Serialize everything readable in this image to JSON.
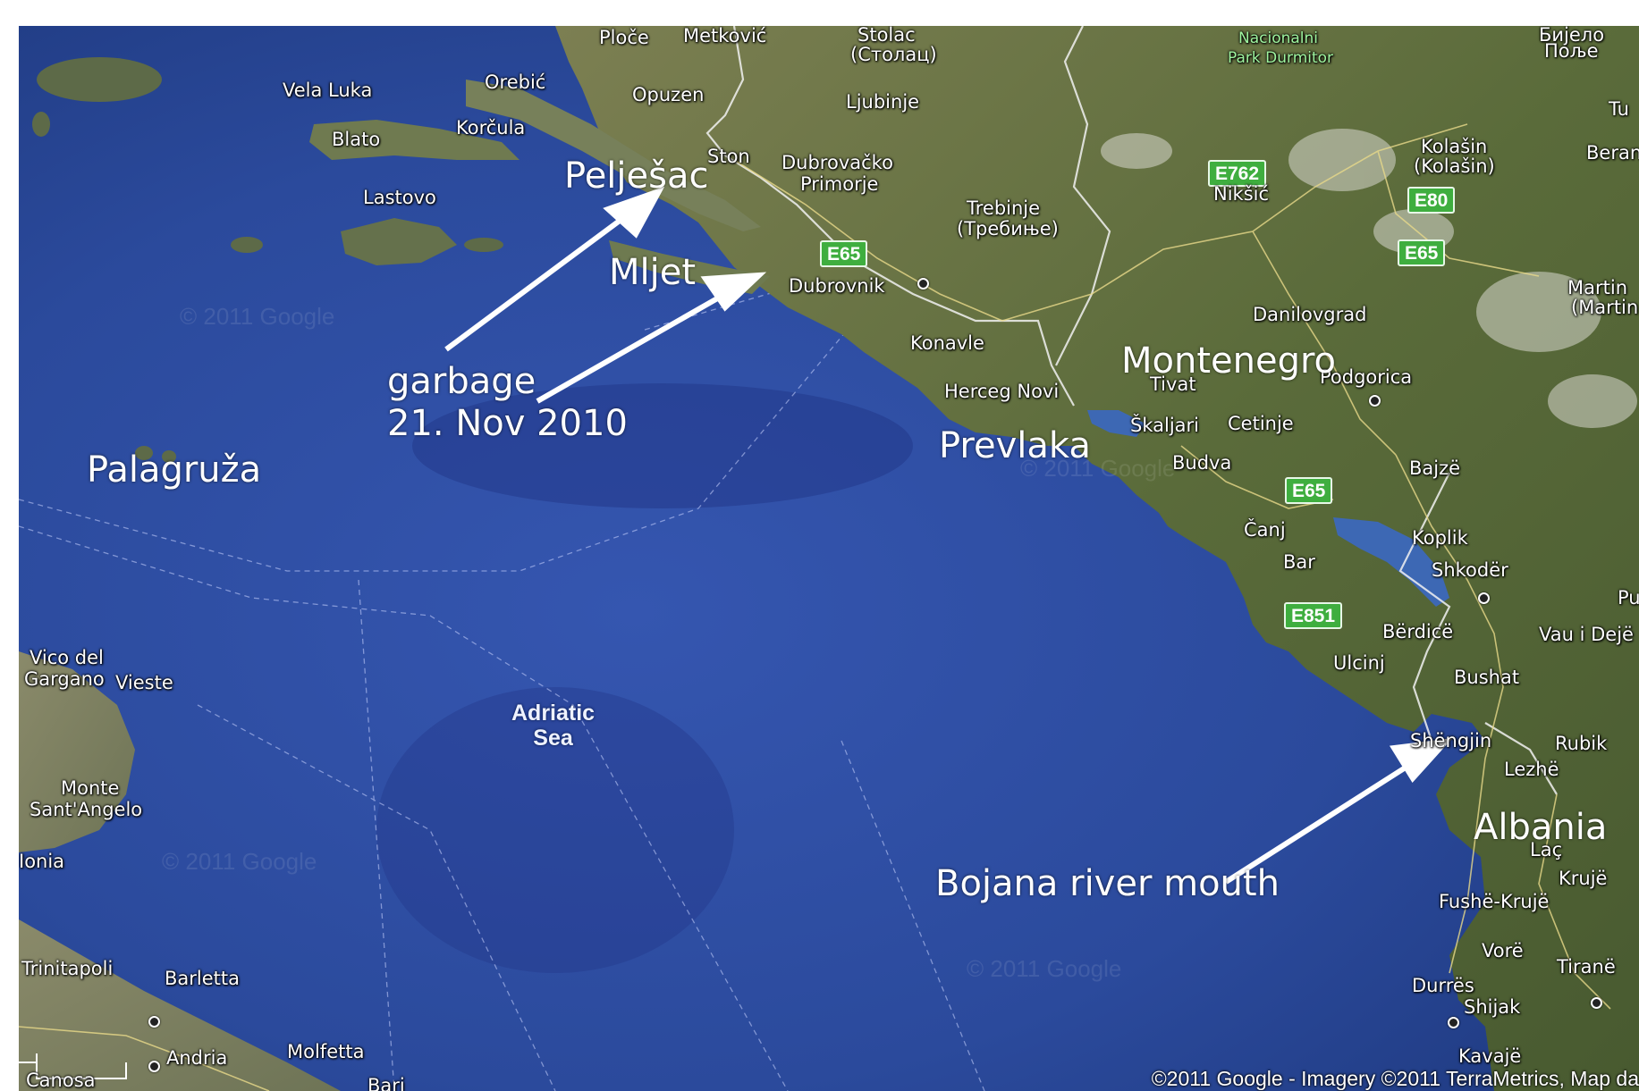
{
  "annotations": {
    "peljesac": "Pelješac",
    "mljet": "Mljet",
    "garbage_line1": "garbage",
    "garbage_line2": "21. Nov 2010",
    "palagruza": "Palagruža",
    "montenegro": "Montenegro",
    "prevlaka": "Prevlaka",
    "albania": "Albania",
    "bojana": "Bojana river mouth"
  },
  "places": {
    "ploce": "Ploče",
    "metkovic": "Metković",
    "stolac": "Stolac",
    "stolac_cyr": "(Столац)",
    "nacionalni": "Nacionalni",
    "park_durmitor": "Park Durmitor",
    "bijelo": "Бијело",
    "polje": "Поље",
    "vela_luka": "Vela Luka",
    "orebic": "Orebić",
    "opuzen": "Opuzen",
    "ljubinje": "Ljubinje",
    "blato": "Blato",
    "korcula": "Korčula",
    "ston": "Ston",
    "dubrovacko": "Dubrovačko",
    "primorje": "Primorje",
    "lastovo": "Lastovo",
    "trebinje": "Trebinje",
    "trebinje_cyr": "(Требиње)",
    "niksic": "Nikšić",
    "kolasin": "Kolašin",
    "kolasin_cyr": "(Kolašin)",
    "berane": "Beran",
    "dubrovnik": "Dubrovnik",
    "danilovgrad": "Danilovgrad",
    "martin": "Martin",
    "martin2": "(Martin",
    "konavle": "Konavle",
    "podgorica": "Podgorica",
    "herceg_novi": "Herceg Novi",
    "tivat": "Tivat",
    "skaljari": "Škaljari",
    "cetinje": "Cetinje",
    "budva": "Budva",
    "bajze": "Bajzë",
    "canj": "Čanj",
    "koplik": "Koplik",
    "bar": "Bar",
    "shkoder": "Shkodër",
    "berdice": "Bërdicë",
    "vau_dejes": "Vau i Dejë",
    "pu": "Pu",
    "ulcinj": "Ulcinj",
    "bushat": "Bushat",
    "vico": "Vico del",
    "gargano": "Gargano",
    "vieste": "Vieste",
    "shengjin": "Shëngjin",
    "rubik": "Rubik",
    "lezhe": "Lezhë",
    "monte": "Monte",
    "santangelo": "Sant'Angelo",
    "ionia": "Ionia",
    "lac": "Laç",
    "kruje": "Krujë",
    "fushe_kruje": "Fushë-Krujë",
    "trinitapoli": "Trinitapoli",
    "barletta": "Barletta",
    "vore": "Vorë",
    "tirane": "Tiranë",
    "durres": "Durrës",
    "shijak": "Shijak",
    "andria": "Andria",
    "molfetta": "Molfetta",
    "canosa": "Canosa",
    "bari": "Bari",
    "kavaje": "Kavajë",
    "sea_line1": "Adriatic",
    "sea_line2": "Sea",
    "tu": "Tu"
  },
  "shields": {
    "e762": "E762",
    "e80": "E80",
    "e65_a": "E65",
    "e65_b": "E65",
    "e65_c": "E65",
    "e851": "E851"
  },
  "watermarks": {
    "wm": "© 2011 Google"
  },
  "attribution": "©2011 Google - Imagery ©2011 TerraMetrics, Map da",
  "colors": {
    "sea": "#2c4a9a",
    "land": "#5f6a3c",
    "arrow": "#ffffff",
    "shield": "#3fae3f"
  }
}
